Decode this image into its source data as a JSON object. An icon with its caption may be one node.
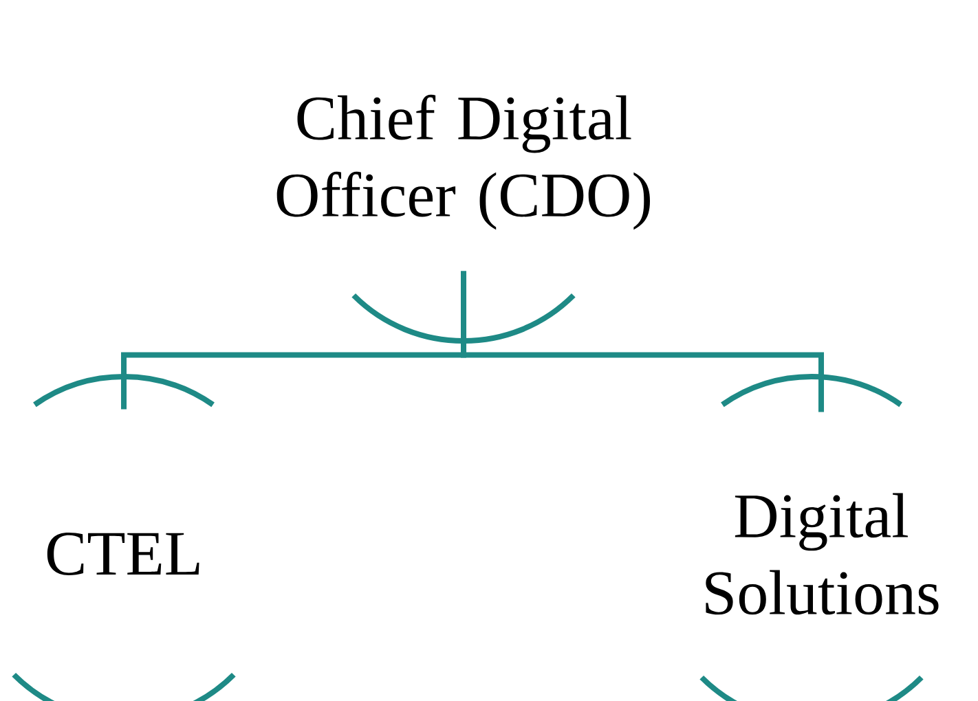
{
  "diagram": {
    "nodes": [
      {
        "text": [
          "Chief Digital Officer (CDO)"
        ]
      },
      {
        "text": [
          "CTEL"
        ]
      },
      {
        "text": [
          "Digital Solutions"
        ]
      }
    ],
    "edges": [
      {
        "from": 0,
        "to": 1,
        "arrow": "none"
      },
      {
        "from": 0,
        "to": 2,
        "arrow": "none"
      }
    ]
  }
}
